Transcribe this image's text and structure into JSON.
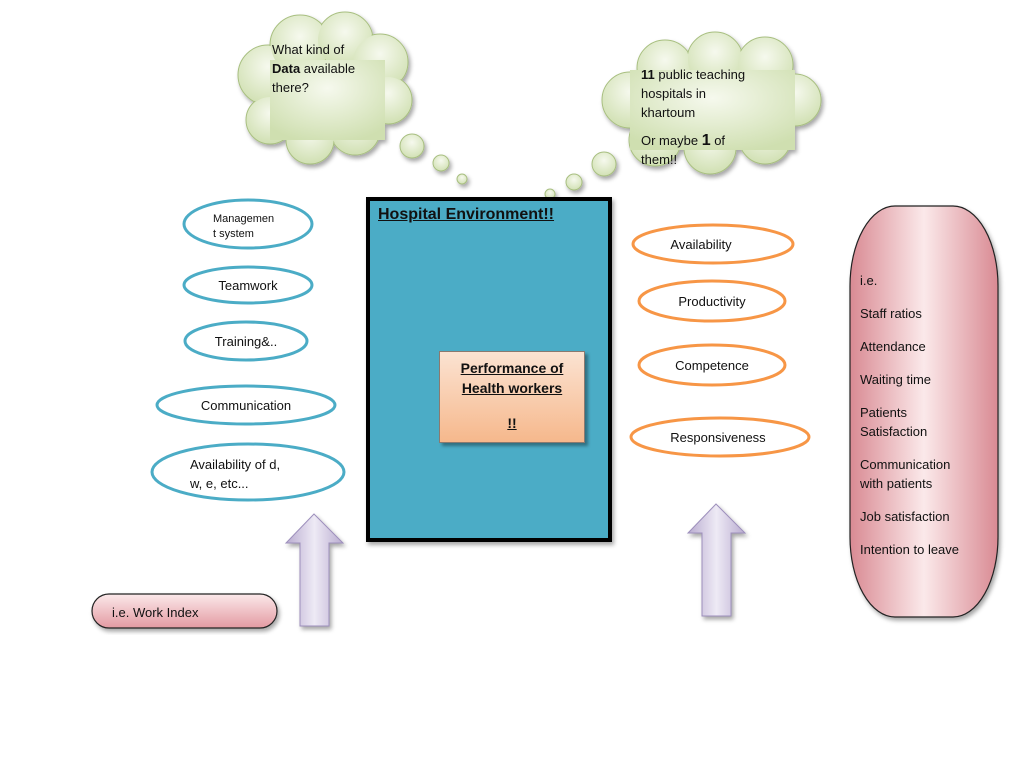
{
  "clouds": {
    "left": {
      "line1": "What kind of",
      "bold": "Data",
      "rest": " available",
      "line3": "there?"
    },
    "right": {
      "bold_num": "11",
      "line1_rest": " public teaching",
      "line2": "hospitals  in",
      "line3": "khartoum",
      "line4_pre": "Or maybe ",
      "line4_num": "1",
      "line4_post": " of",
      "line5": "them!!"
    }
  },
  "hospital": {
    "title": "Hospital Environment!!",
    "box_fill": "#4bacc6"
  },
  "performance": {
    "line1": "Performance of",
    "line2": "Health workers",
    "line3": "!!"
  },
  "left_ovals": [
    "Managemen t system",
    "Teamwork",
    "Training&..",
    "Communication",
    "Availability of d, w, e, etc..."
  ],
  "left_ovals_split": {
    "mgmt1": "Managemen",
    "mgmt2": "t system",
    "avail1": "Availability of d,",
    "avail2": "w, e, etc..."
  },
  "right_ovals": [
    "Availability",
    "Productivity",
    "Competence",
    "Responsiveness"
  ],
  "work_index": "i.e. Work  Index",
  "indicators": {
    "ie": "i.e.",
    "items": [
      "Staff ratios",
      "Attendance",
      "Waiting time",
      "Patients Satisfaction",
      "Communication with patients",
      "Job satisfaction",
      "Intention to leave"
    ]
  },
  "colors": {
    "left_oval_stroke": "#4bacc6",
    "right_oval_stroke": "#f79646",
    "pink": "#e6a3aa",
    "arrow": "#ccc1da",
    "cloud": "#d7e4bd"
  }
}
